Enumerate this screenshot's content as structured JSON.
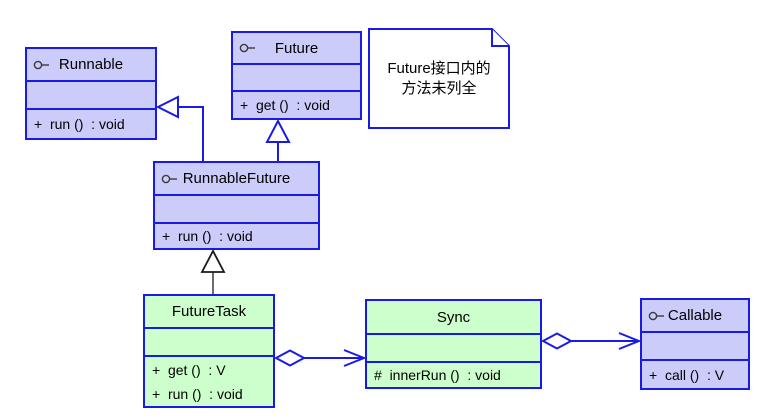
{
  "diagram": {
    "type": "uml-class-diagram",
    "colors": {
      "interface_fill": "#ccccfa",
      "class_fill": "#ccffcc",
      "border_blue": "#1a1ae6",
      "black_edge": "#1a1a1a",
      "icon_gray": "#3a3a3a",
      "note_fill": "#ffffff",
      "text": "#000000"
    },
    "classes": {
      "runnable": {
        "name": "Runnable",
        "kind": "interface",
        "icon": "lollipop-interface-icon",
        "attributes": [],
        "methods": [
          "+  run ()  : void"
        ]
      },
      "future": {
        "name": "Future",
        "kind": "interface",
        "icon": "lollipop-interface-icon",
        "attributes": [],
        "methods": [
          "+  get ()  : void"
        ]
      },
      "runnable_future": {
        "name": "RunnableFuture",
        "kind": "interface",
        "icon": "lollipop-interface-icon",
        "attributes": [],
        "methods": [
          "+  run ()  : void"
        ]
      },
      "future_task": {
        "name": "FutureTask",
        "kind": "class",
        "attributes": [],
        "methods": [
          "+  get ()  : V",
          "+  run ()  : void"
        ]
      },
      "sync": {
        "name": "Sync",
        "kind": "class",
        "attributes": [],
        "methods": [
          "#  innerRun ()  : void"
        ]
      },
      "callable": {
        "name": "Callable",
        "kind": "interface",
        "icon": "lollipop-interface-icon",
        "attributes": [],
        "methods": [
          "+  call ()  : V"
        ]
      }
    },
    "note": {
      "line1": "Future接口内的",
      "line2": "方法未列全"
    },
    "relations": [
      {
        "from": "RunnableFuture",
        "to": "Runnable",
        "type": "generalization",
        "style": "blue hollow triangle"
      },
      {
        "from": "RunnableFuture",
        "to": "Future",
        "type": "generalization",
        "style": "blue hollow triangle"
      },
      {
        "from": "FutureTask",
        "to": "RunnableFuture",
        "type": "generalization",
        "style": "black hollow triangle"
      },
      {
        "from": "FutureTask",
        "to": "Sync",
        "type": "aggregation",
        "style": "hollow diamond, open arrow"
      },
      {
        "from": "Sync",
        "to": "Callable",
        "type": "aggregation",
        "style": "hollow diamond, open arrow"
      }
    ]
  }
}
